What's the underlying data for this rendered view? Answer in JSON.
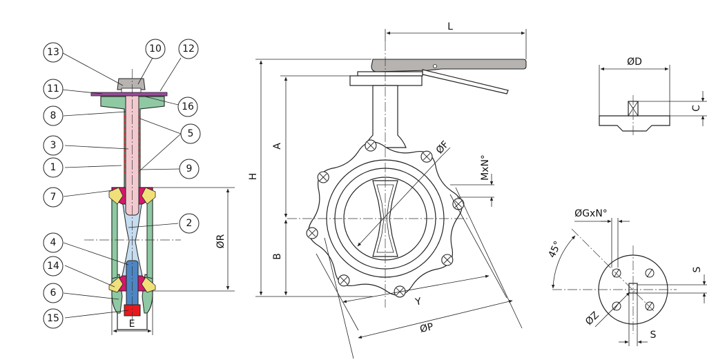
{
  "colors": {
    "body": "#8fc9a3",
    "stem": "#f2c9cf",
    "disc": "#c6dcef",
    "seat": "#d6176a",
    "bushing": "#f1e079",
    "pin": "#4e86c4",
    "plug": "#e8191c",
    "lever": "#b7b3b1",
    "plate": "#9a4a9c",
    "line": "#222222"
  },
  "balloons": [
    "13",
    "10",
    "12",
    "11",
    "16",
    "8",
    "5",
    "3",
    "9",
    "1",
    "7",
    "2",
    "4",
    "14",
    "6",
    "15"
  ],
  "section_dims": {
    "e": "E",
    "r": "ØR"
  },
  "front_dims": {
    "l": "L",
    "h": "H",
    "a": "A",
    "b": "B",
    "f": "ØF",
    "mxn": "MxN°",
    "y": "Y",
    "p": "ØP"
  },
  "top_dims": {
    "d": "ØD",
    "c": "C"
  },
  "flange_dims": {
    "g": "ØGxN°",
    "angle": "45°",
    "s1": "S",
    "s2": "S",
    "z": "ØZ"
  }
}
